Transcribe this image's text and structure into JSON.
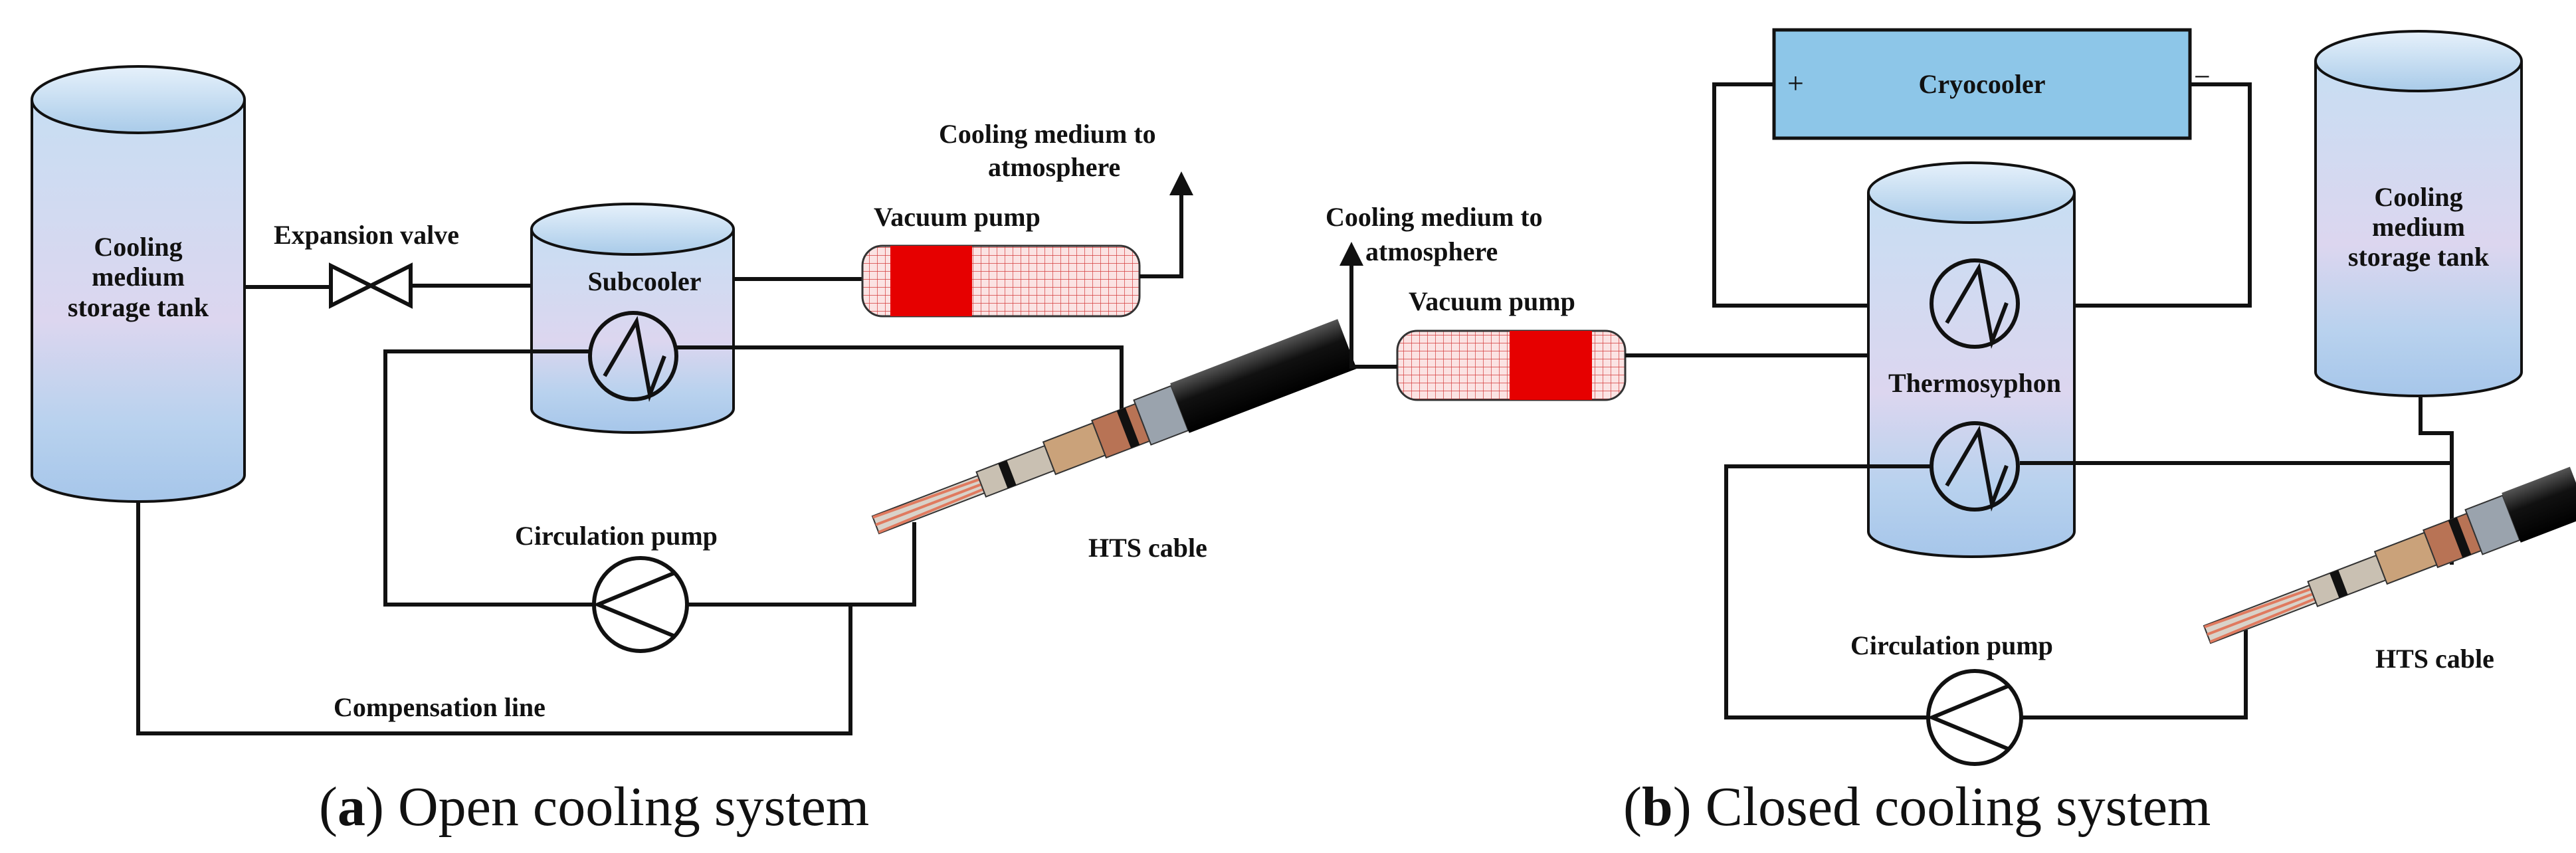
{
  "panel_a": {
    "caption_letter": "a",
    "caption_text": "Open cooling system",
    "storage_tank": [
      "Cooling",
      "medium",
      "storage tank"
    ],
    "expansion_valve": "Expansion valve",
    "subcooler": "Subcooler",
    "vacuum_pump": "Vacuum pump",
    "exhaust": [
      "Cooling medium to",
      "atmosphere"
    ],
    "circulation_pump": "Circulation pump",
    "hts_cable": "HTS cable",
    "compensation_line": "Compensation line"
  },
  "panel_b": {
    "caption_letter": "b",
    "caption_text": "Closed cooling system",
    "cryocooler": "Cryocooler",
    "plus": "+",
    "minus": "−",
    "exhaust": [
      "Cooling medium to",
      "atmosphere"
    ],
    "vacuum_pump": "Vacuum pump",
    "thermosyphon": "Thermosyphon",
    "storage_tank": [
      "Cooling",
      "medium",
      "storage tank"
    ],
    "circulation_pump": "Circulation pump",
    "hts_cable": "HTS cable"
  },
  "colors": {
    "tank_top": "#c9e0f3",
    "tank_mid": "#d9d5ef",
    "tank_bottom": "#a9c8ea",
    "cryocooler": "#8dc6e8",
    "pump_red": "#e60000",
    "line": "#111111"
  }
}
